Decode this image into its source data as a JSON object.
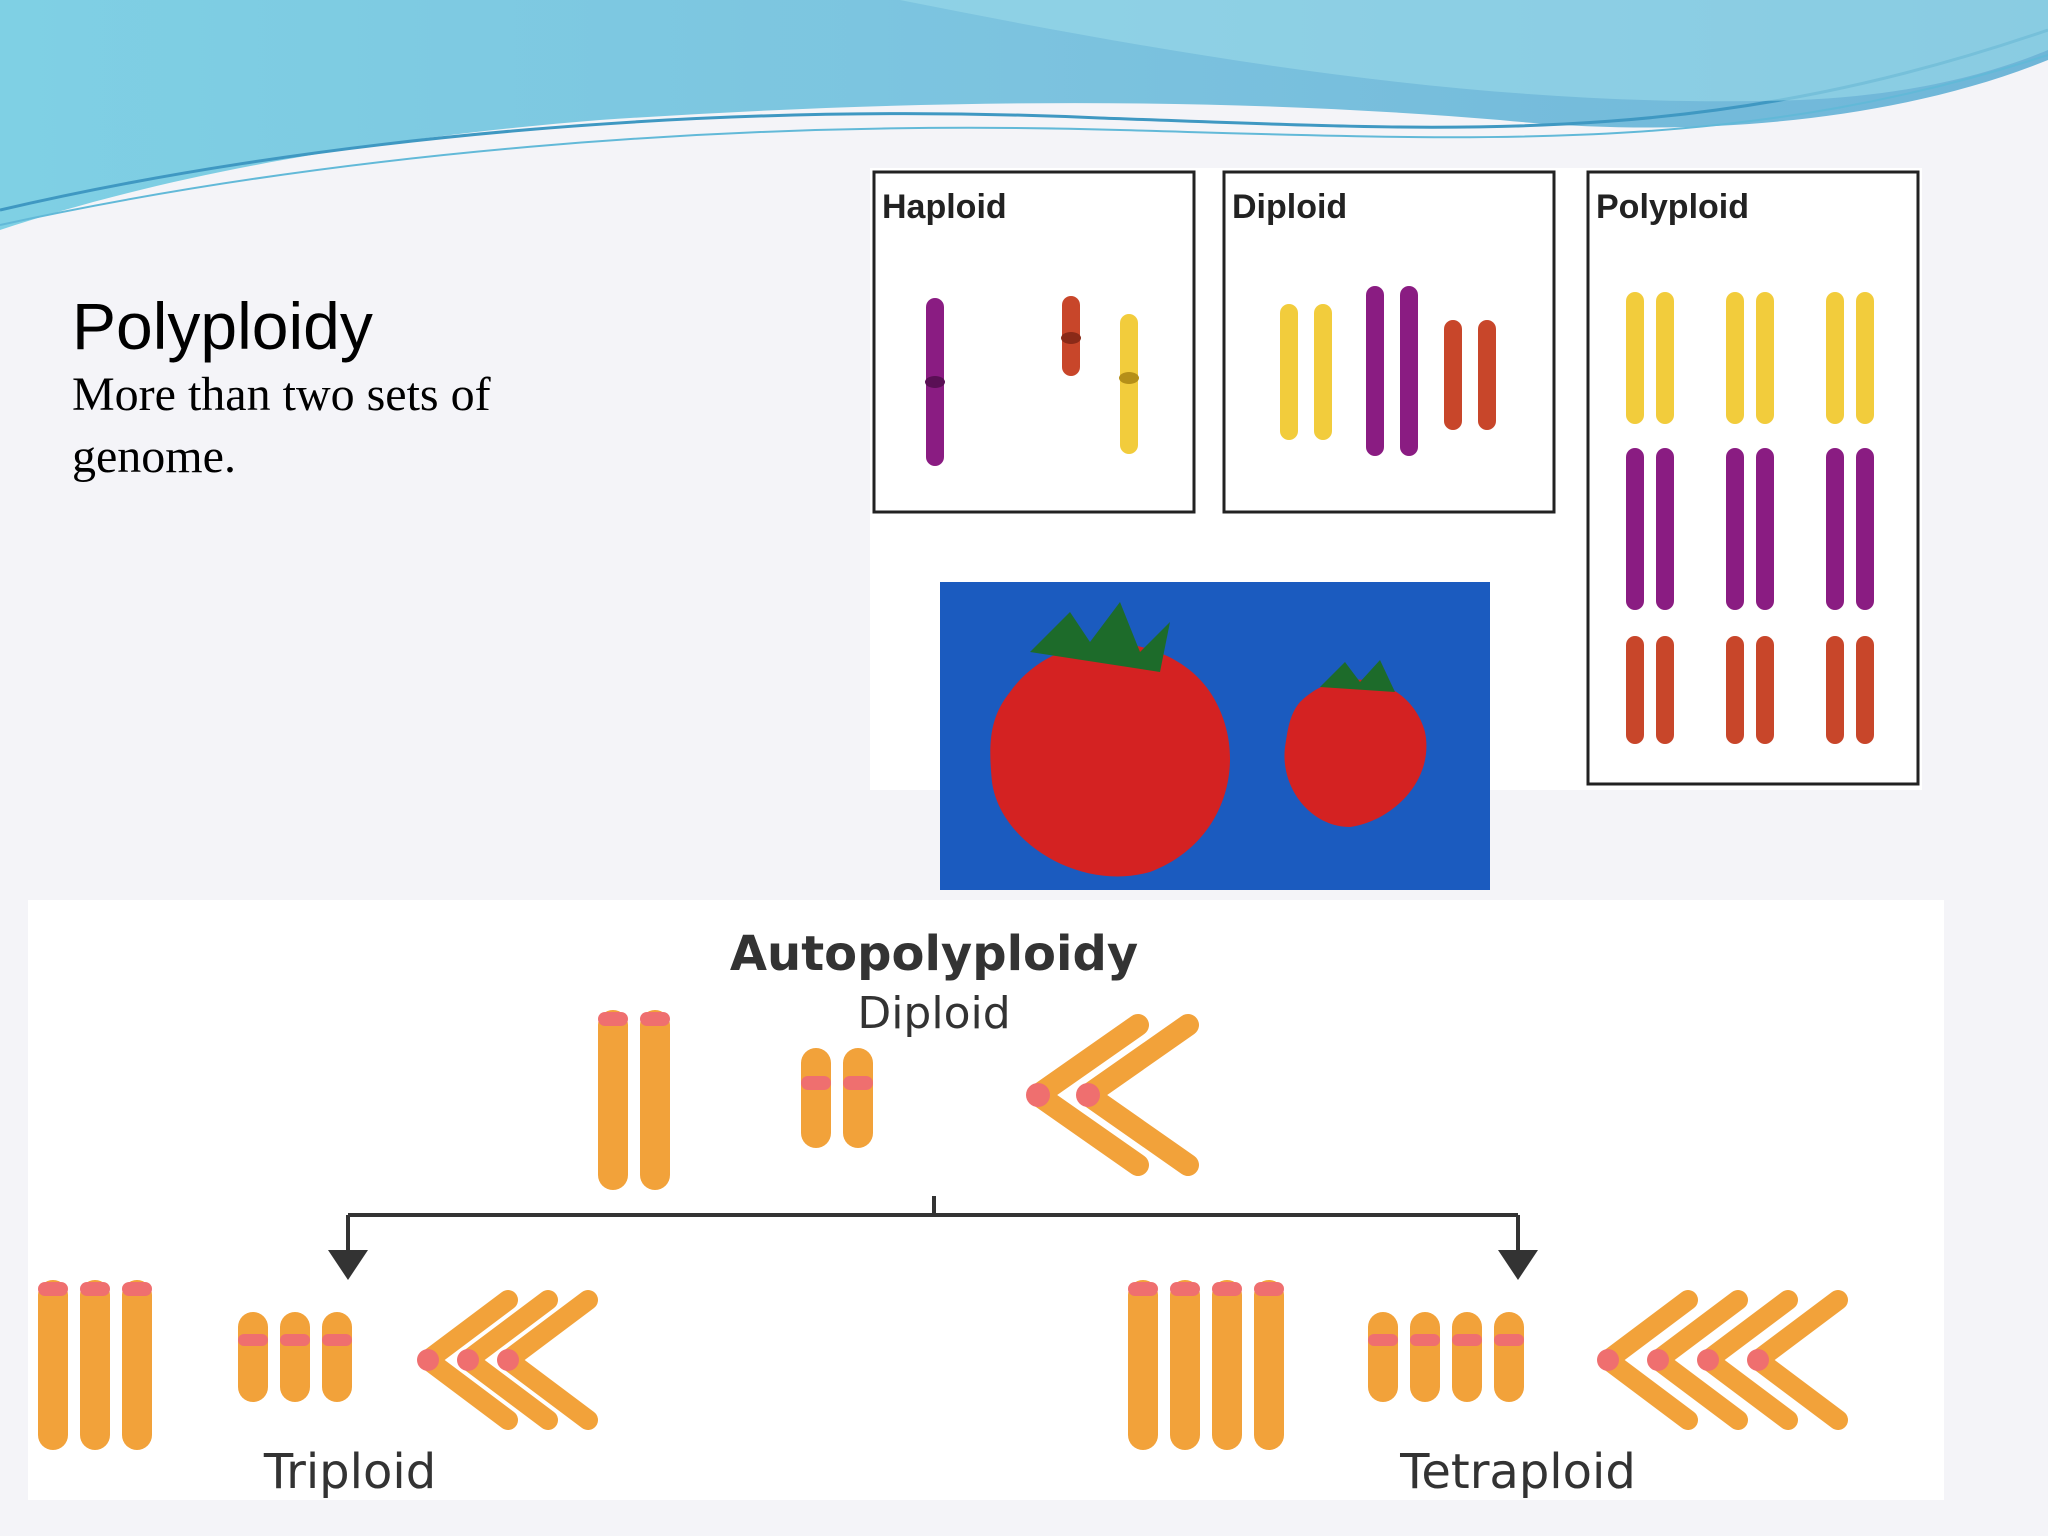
{
  "slide": {
    "title": "Polyploidy",
    "body": "More than two sets of genome."
  },
  "figure_ploidy": {
    "panels": [
      {
        "label": "Haploid"
      },
      {
        "label": "Diploid"
      },
      {
        "label": "Polyploid"
      }
    ],
    "colors": {
      "purple": "#8a1c82",
      "red": "#c8462a",
      "yellow": "#f2cc3c"
    }
  },
  "figure_strawberry": {
    "background": "#1b5bbf",
    "fruit_color": "#d42222"
  },
  "figure_autopolyploidy": {
    "title": "Autopolyploidy",
    "parent_label": "Diploid",
    "left_label": "Triploid",
    "right_label": "Tetraploid",
    "colors": {
      "chromosome": "#f2a23a",
      "centromere": "#ef6f6f"
    }
  }
}
